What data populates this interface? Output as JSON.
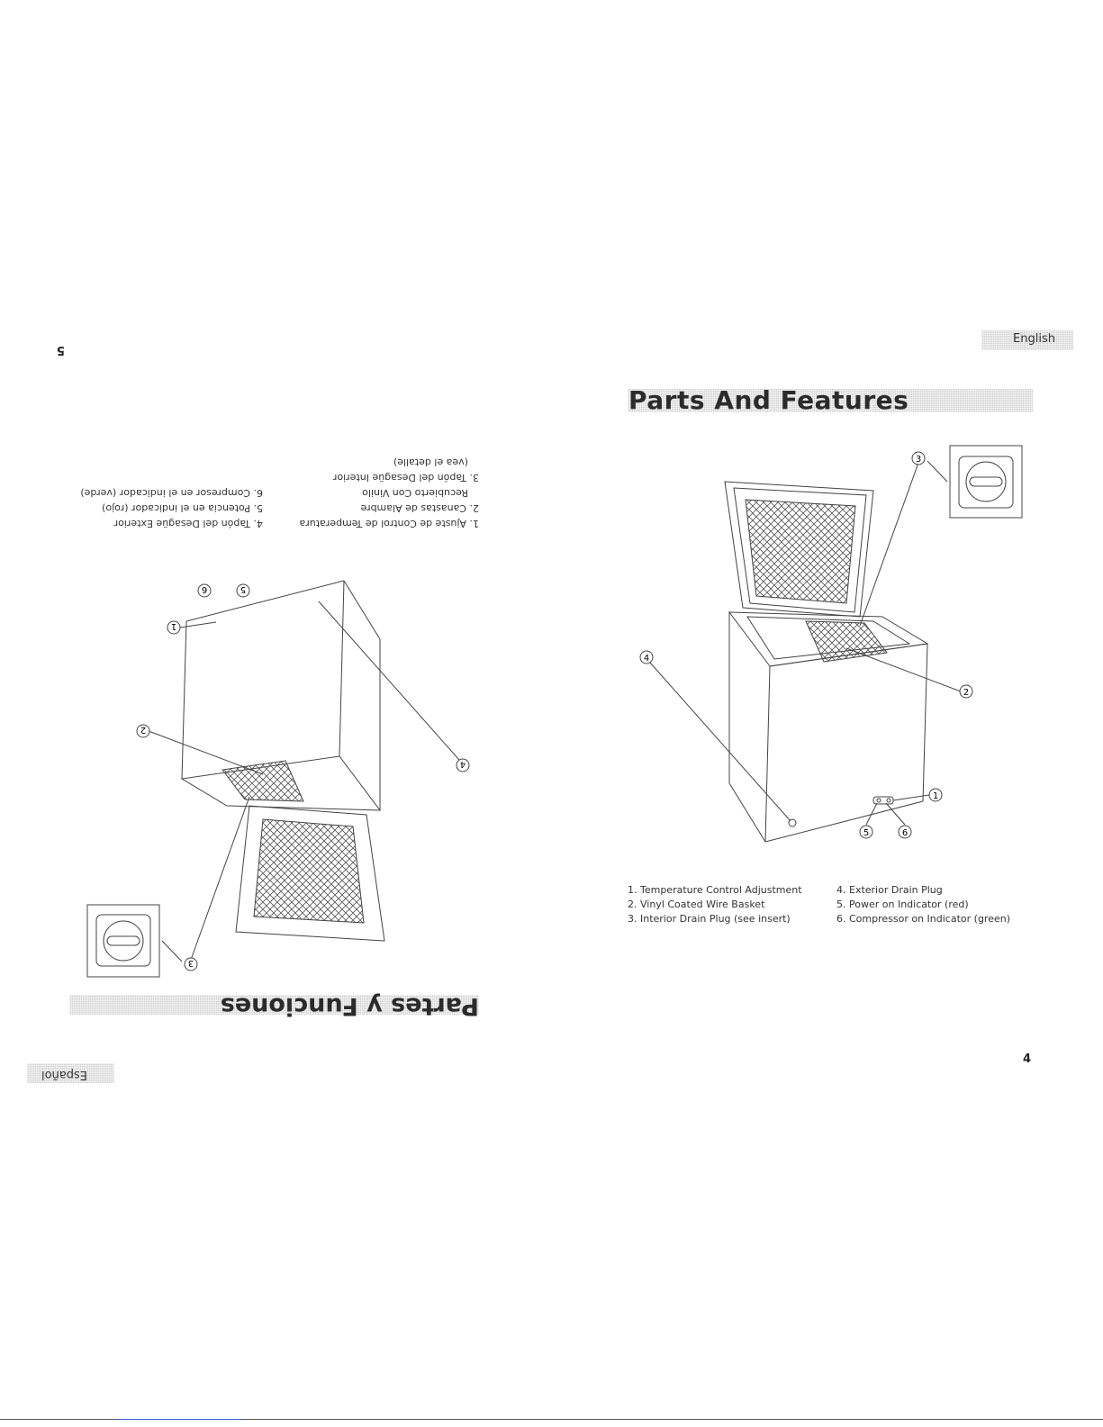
{
  "english_page": {
    "language_tab": "English",
    "title": "Parts And Features",
    "parts": [
      "1. Temperature Control Adjustment",
      "2. Vinyl Coated Wire Basket",
      "3. Interior Drain Plug (see insert)",
      "4. Exterior Drain Plug",
      "5. Power on Indicator (red)",
      "6. Compressor on Indicator (green)"
    ],
    "callouts": [
      "1",
      "2",
      "3",
      "4",
      "5",
      "6"
    ],
    "page_number": "4"
  },
  "spanish_page": {
    "language_tab": "Español",
    "title": "Partes y Funciones",
    "parts_col1": [
      "1. Ajuste de Control de Temperatura",
      "2. Canastas de Alambre",
      "Recubierto Con Vinilo",
      "3. Tapón del Desagüe Interior",
      "(vea el detalle)"
    ],
    "parts_col2": [
      "4. Tapón del Desagüe Exterior",
      "5. Potencia en el indicador (rojo)",
      "6. Compresor en el indicador (verde)"
    ],
    "callouts": [
      "1",
      "2",
      "3",
      "4",
      "5",
      "6"
    ],
    "page_number": "5"
  },
  "colors": {
    "tab_gray": "#cfcfcf",
    "line": "#444444",
    "footer_link": "#3a5bd6"
  }
}
